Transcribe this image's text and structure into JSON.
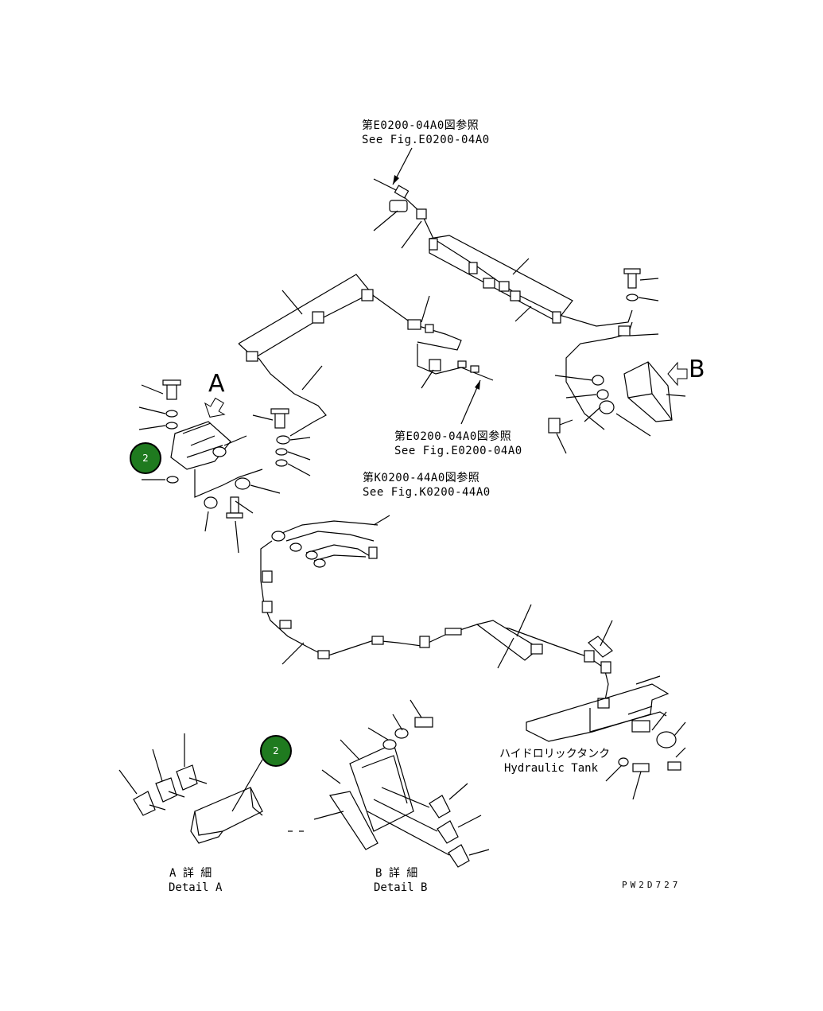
{
  "references": {
    "top": {
      "jp": "第E0200-04A0図参照",
      "en": "See Fig.E0200-04A0"
    },
    "middle": {
      "jp": "第E0200-04A0図参照",
      "en": "See Fig.E0200-04A0"
    },
    "harness": {
      "jp": "第K0200-44A0図参照",
      "en": "See Fig.K0200-44A0"
    }
  },
  "views": {
    "a": "A",
    "b": "B"
  },
  "tank": {
    "jp": "ハイドロリックタンク",
    "en": "Hydraulic Tank"
  },
  "details": {
    "a": {
      "jp": "A 詳 細",
      "en": "Detail A"
    },
    "b": {
      "jp": "B 詳 細",
      "en": "Detail B"
    }
  },
  "badges": {
    "b1": "2",
    "b2": "2"
  },
  "badge_color": "#1f7a1f",
  "drawing_code": "PW2D727"
}
